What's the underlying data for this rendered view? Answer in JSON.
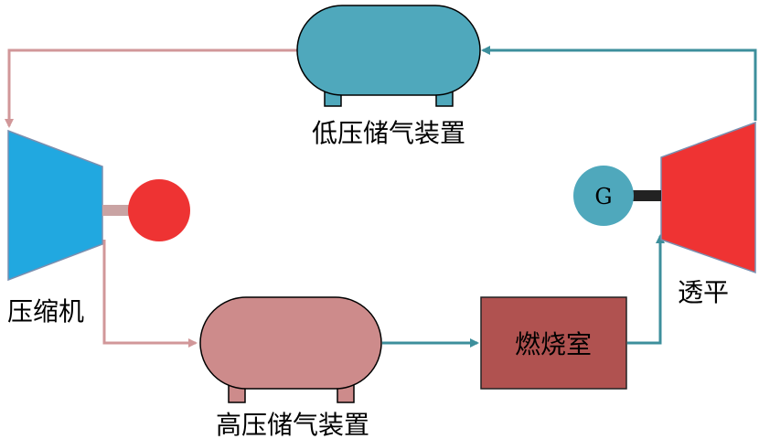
{
  "labels": {
    "low_pressure_tank": "低压储气装置",
    "high_pressure_tank": "高压储气装置",
    "compressor": "压缩机",
    "combustor": "燃烧室",
    "turbine": "透平",
    "generator": "G"
  },
  "colors": {
    "low_tank": "#4fa8bc",
    "high_tank": "#cd8b8b",
    "compressor": "#21a8e0",
    "motor": "#ee3333",
    "turbine": "#ef3333",
    "combustor": "#b05250",
    "generator": "#4fa8bc",
    "pink_flow": "#d19799",
    "teal_flow": "#3d8f9c",
    "shaft_grey": "#c9a3a3",
    "shaft_dark": "#222222"
  }
}
